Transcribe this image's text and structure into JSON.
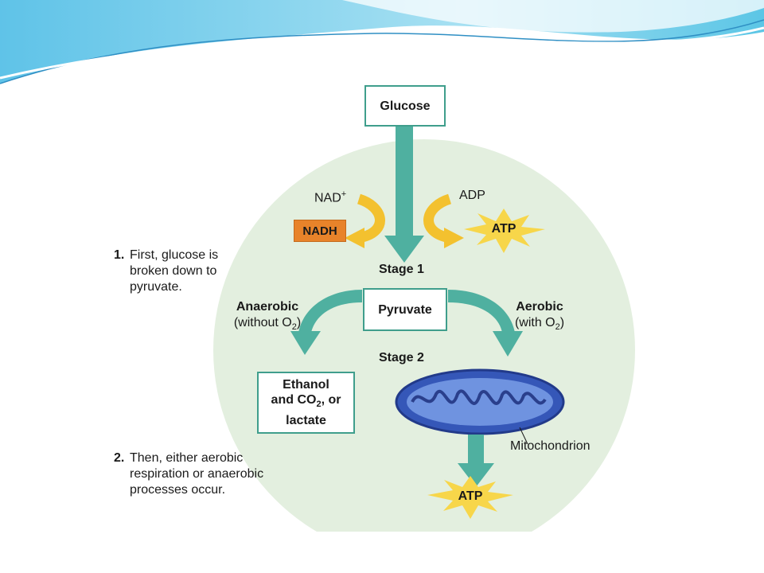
{
  "diagram": {
    "glucose": "Glucose",
    "nad_plus": "NAD",
    "nad_plus_sup": "+",
    "nadh": "NADH",
    "adp": "ADP",
    "atp_top": "ATP",
    "stage1": "Stage 1",
    "pyruvate": "Pyruvate",
    "stage2": "Stage 2",
    "anaerobic": "Anaerobic",
    "anaerobic_sub_pre": "(without O",
    "anaerobic_sub_num": "2",
    "anaerobic_sub_post": ")",
    "aerobic": "Aerobic",
    "aerobic_sub_pre": "(with O",
    "aerobic_sub_num": "2",
    "aerobic_sub_post": ")",
    "ethanol_line1": "Ethanol",
    "ethanol_line2_pre": "and CO",
    "ethanol_line2_num": "2",
    "ethanol_line2_post": ", or",
    "ethanol_line3": "lactate",
    "mitochondrion": "Mitochondrion",
    "atp_bottom": "ATP",
    "step1_num": "1.",
    "step1_lines": [
      "First, glucose is",
      "broken down to",
      "pyruvate."
    ],
    "step2_num": "2.",
    "step2_lines": [
      "Then, either aerobic",
      "respiration or anaerobic",
      "processes occur."
    ]
  },
  "colors": {
    "teal_arrow": "#4fb0a0",
    "box_border": "#3f9e8c",
    "circle_fill": "#e3efdf",
    "yellow_arrow": "#f3c12f",
    "nadh_fill": "#e8832a",
    "star_fill": "#f7d64a",
    "mito_blue": "#3557b8"
  }
}
